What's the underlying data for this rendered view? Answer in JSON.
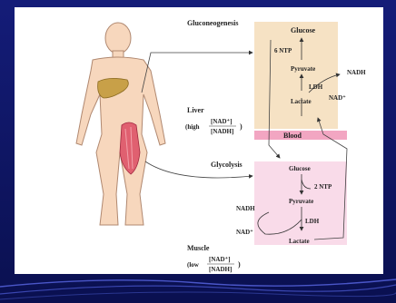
{
  "labels": {
    "gluconeogenesis": "Gluconeogenesis",
    "glucose_top": "Glucose",
    "ntp_top": "6 NTP",
    "pyruvate_top": "Pyruvate",
    "nadh_top": "NADH",
    "ldh_top": "LDH",
    "lactate_top": "Lactate",
    "nad_top": "NAD⁺",
    "liver": "Liver",
    "liver_high": "high",
    "ratio_num": "[NAD⁺]",
    "ratio_den": "[NADH]",
    "blood": "Blood",
    "glycolysis": "Glycolysis",
    "glucose_bottom": "Glucose",
    "ntp_bottom": "2 NTP",
    "pyruvate_bottom": "Pyruvate",
    "nadh_bottom": "NADH",
    "ldh_bottom": "LDH",
    "nad_bottom": "NAD⁺",
    "lactate_bottom": "Lactate",
    "muscle": "Muscle",
    "muscle_low": "low",
    "ratio_num_2": "[NAD⁺]",
    "ratio_den_2": "[NADH]"
  },
  "colors": {
    "liver_box": "#f6e2c4",
    "muscle_box": "#f9dbe9",
    "blood_band": "#f2a6c2",
    "liver_organ": "#c8a048",
    "muscle_organ": "#e06070",
    "skin": "#f7d7bd"
  }
}
